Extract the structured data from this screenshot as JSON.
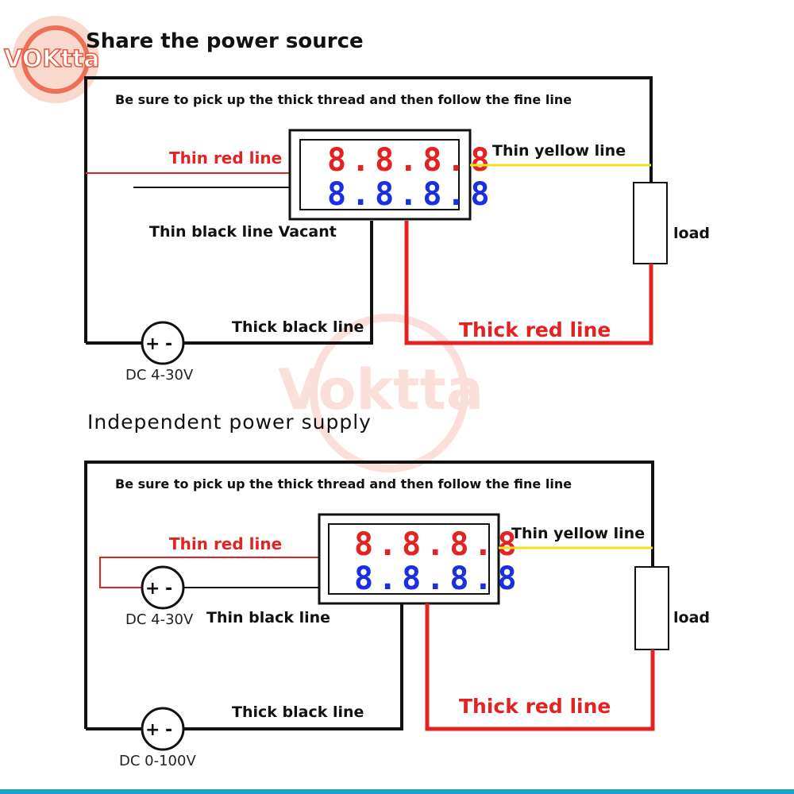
{
  "brand": {
    "logo_text": "VOKtta",
    "watermark_text": "Voktta"
  },
  "section1": {
    "title": "Share the power source",
    "note": "Be sure to pick up the thick thread and then follow the fine line",
    "thin_red": "Thin red line",
    "thin_black": "Thin black line Vacant",
    "thin_yellow": "Thin yellow line",
    "load": "load",
    "thick_black": "Thick black line",
    "thick_red": "Thick red line",
    "source": "DC 4-30V",
    "display_top": "8.8.8.8",
    "display_bottom": "8.8.8.8"
  },
  "section2": {
    "title": "Independent power supply",
    "note": "Be sure to pick up the thick thread and then follow the fine line",
    "thin_red": "Thin red line",
    "thin_black": "Thin black line",
    "thin_yellow": "Thin yellow line",
    "load": "load",
    "thick_black": "Thick black line",
    "thick_red": "Thick red line",
    "source_a": "DC 4-30V",
    "source_b": "DC 0-100V",
    "display_top": "8.8.8.8",
    "display_bottom": "8.8.8.8"
  },
  "colors": {
    "red": "#e32222",
    "blue": "#1a2fe0",
    "yellow": "#f2e21a",
    "black": "#111111",
    "bottom_bar": "#1aa3c4",
    "logo": "#e8553a"
  }
}
